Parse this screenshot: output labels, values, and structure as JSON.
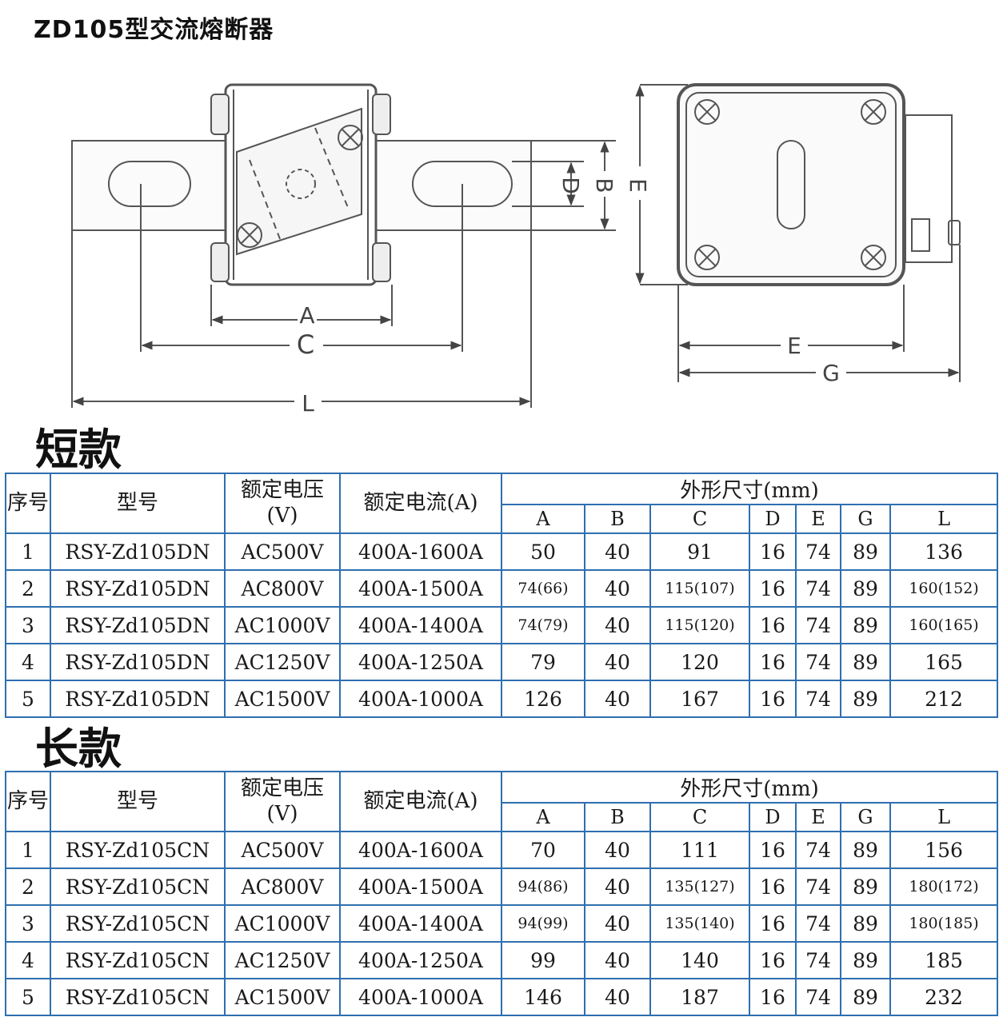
{
  "title": "ZD105型交流熔断器",
  "drawing": {
    "dimension_letters": {
      "A": "A",
      "B": "B",
      "C": "C",
      "D": "D",
      "E_side": "E",
      "E_bottom": "E",
      "G": "G",
      "L": "L"
    }
  },
  "sections": {
    "short": {
      "label": "短款"
    },
    "long": {
      "label": "长款"
    }
  },
  "table_header": {
    "index": "序号",
    "model": "型号",
    "voltage_line1": "额定电压",
    "voltage_line2": "(V)",
    "current": "额定电流(A)",
    "dimensions": "外形尺寸(mm)",
    "cols": [
      "A",
      "B",
      "C",
      "D",
      "E",
      "G",
      "L"
    ]
  },
  "short_rows": [
    {
      "no": "1",
      "model": "RSY-Zd105DN",
      "voltage": "AC500V",
      "current": "400A-1600A",
      "A": "50",
      "B": "40",
      "C": "91",
      "D": "16",
      "E": "74",
      "G": "89",
      "L": "136"
    },
    {
      "no": "2",
      "model": "RSY-Zd105DN",
      "voltage": "AC800V",
      "current": "400A-1500A",
      "A": "74(66)",
      "B": "40",
      "C": "115(107)",
      "D": "16",
      "E": "74",
      "G": "89",
      "L": "160(152)"
    },
    {
      "no": "3",
      "model": "RSY-Zd105DN",
      "voltage": "AC1000V",
      "current": "400A-1400A",
      "A": "74(79)",
      "B": "40",
      "C": "115(120)",
      "D": "16",
      "E": "74",
      "G": "89",
      "L": "160(165)"
    },
    {
      "no": "4",
      "model": "RSY-Zd105DN",
      "voltage": "AC1250V",
      "current": "400A-1250A",
      "A": "79",
      "B": "40",
      "C": "120",
      "D": "16",
      "E": "74",
      "G": "89",
      "L": "165"
    },
    {
      "no": "5",
      "model": "RSY-Zd105DN",
      "voltage": "AC1500V",
      "current": "400A-1000A",
      "A": "126",
      "B": "40",
      "C": "167",
      "D": "16",
      "E": "74",
      "G": "89",
      "L": "212"
    }
  ],
  "long_rows": [
    {
      "no": "1",
      "model": "RSY-Zd105CN",
      "voltage": "AC500V",
      "current": "400A-1600A",
      "A": "70",
      "B": "40",
      "C": "111",
      "D": "16",
      "E": "74",
      "G": "89",
      "L": "156"
    },
    {
      "no": "2",
      "model": "RSY-Zd105CN",
      "voltage": "AC800V",
      "current": "400A-1500A",
      "A": "94(86)",
      "B": "40",
      "C": "135(127)",
      "D": "16",
      "E": "74",
      "G": "89",
      "L": "180(172)"
    },
    {
      "no": "3",
      "model": "RSY-Zd105CN",
      "voltage": "AC1000V",
      "current": "400A-1400A",
      "A": "94(99)",
      "B": "40",
      "C": "135(140)",
      "D": "16",
      "E": "74",
      "G": "89",
      "L": "180(185)"
    },
    {
      "no": "4",
      "model": "RSY-Zd105CN",
      "voltage": "AC1250V",
      "current": "400A-1250A",
      "A": "99",
      "B": "40",
      "C": "140",
      "D": "16",
      "E": "74",
      "G": "89",
      "L": "185"
    },
    {
      "no": "5",
      "model": "RSY-Zd105CN",
      "voltage": "AC1500V",
      "current": "400A-1000A",
      "A": "146",
      "B": "40",
      "C": "187",
      "D": "16",
      "E": "74",
      "G": "89",
      "L": "232"
    }
  ]
}
